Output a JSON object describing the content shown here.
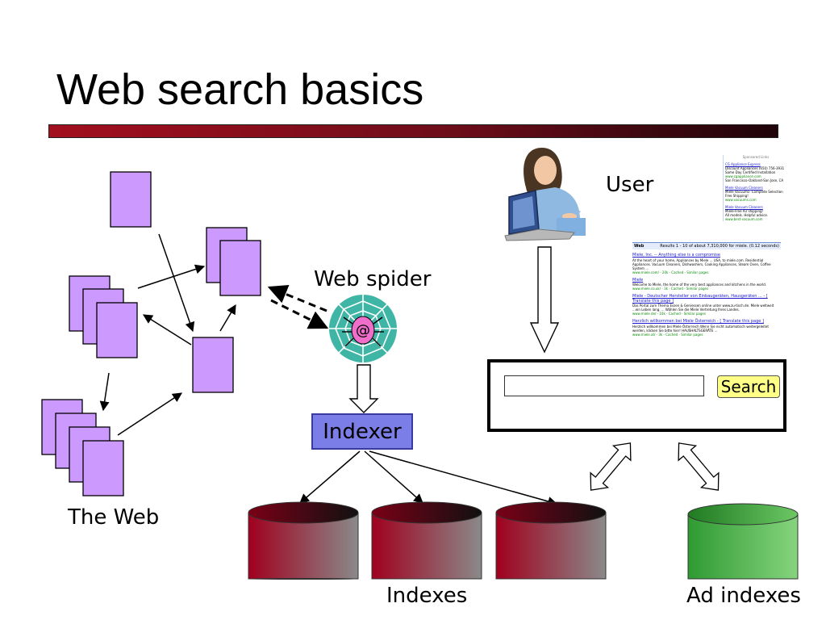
{
  "slide": {
    "title": "Web search basics"
  },
  "labels": {
    "the_web": "The Web",
    "web_spider": "Web spider",
    "indexer": "Indexer",
    "user": "User",
    "indexes": "Indexes",
    "ad_indexes": "Ad indexes"
  },
  "search_box": {
    "value": "",
    "button_label": "Search"
  },
  "serp": {
    "header_left": "Web",
    "header_right": "Results 1 - 10 of about 7,310,000 for miele. (0.12 seconds)",
    "results": [
      {
        "title": "Miele, Inc. -- Anything else is a compromise",
        "snippet": "At the heart of your home, Appliances by Miele ... USA, to miele.com. Residential Appliances. Vacuum Cleaners, Dishwashers, Cooking Appliances, Steam Oven, Coffee System ...",
        "url": "www.miele.com/ - 20k - Cached - Similar pages"
      },
      {
        "title": "Miele",
        "snippet": "Welcome to Miele, the home of the very best appliances and kitchens in the world.",
        "url": "www.miele.co.uk/ - 3k - Cached - Similar pages"
      },
      {
        "title": "Miele - Deutscher Hersteller von Einbaugeräten, Hausgeräten ... - [ Translate this page ]",
        "snippet": "Das Portal zum Thema Essen & Geniessen online unter www.zu-tisch.de. Miele weltweit ...ein Leben lang. ... Wählen Sie die Miele Vertretung Ihres Landes.",
        "url": "www.miele.de/ - 10k - Cached - Similar pages"
      },
      {
        "title": "Herzlich willkommen bei Miele Österreich - [ Translate this page ]",
        "snippet": "Herzlich willkommen bei Miele Österreich Wenn Sie nicht automatisch weitergeleitet werden, klicken Sie bitte hier! HAUSHALTSGERÄTE ...",
        "url": "www.miele.at/ - 3k - Cached - Similar pages"
      }
    ]
  },
  "ads": {
    "header": "Sponsored Links",
    "items": [
      {
        "title": "CG Appliance Express",
        "lines": [
          "Discount Appliances (650) 756-3931",
          "Same Day Certified Installation"
        ],
        "url": "www.cgappliance.com",
        "extra": "San Francisco-Oakland-San Jose, CA"
      },
      {
        "title": "Miele Vacuum Cleaners",
        "lines": [
          "Miele Vacuums- Complete Selection",
          "Free Shipping!"
        ],
        "url": "www.vacuums.com",
        "extra": ""
      },
      {
        "title": "Miele Vacuum Cleaners",
        "lines": [
          "Miele-Free Air shipping!",
          "All models. Helpful advice."
        ],
        "url": "www.best-vacuum.com",
        "extra": ""
      }
    ]
  },
  "colors": {
    "page_fill": "#cc99ff",
    "indexer_fill": "#7b7ee6",
    "index_db_red": "#a0001e",
    "ad_db_green": "#3cb043",
    "search_button": "#ffff88"
  },
  "icons": {
    "spider": "spider-web-icon",
    "user": "user-at-computer-icon"
  }
}
